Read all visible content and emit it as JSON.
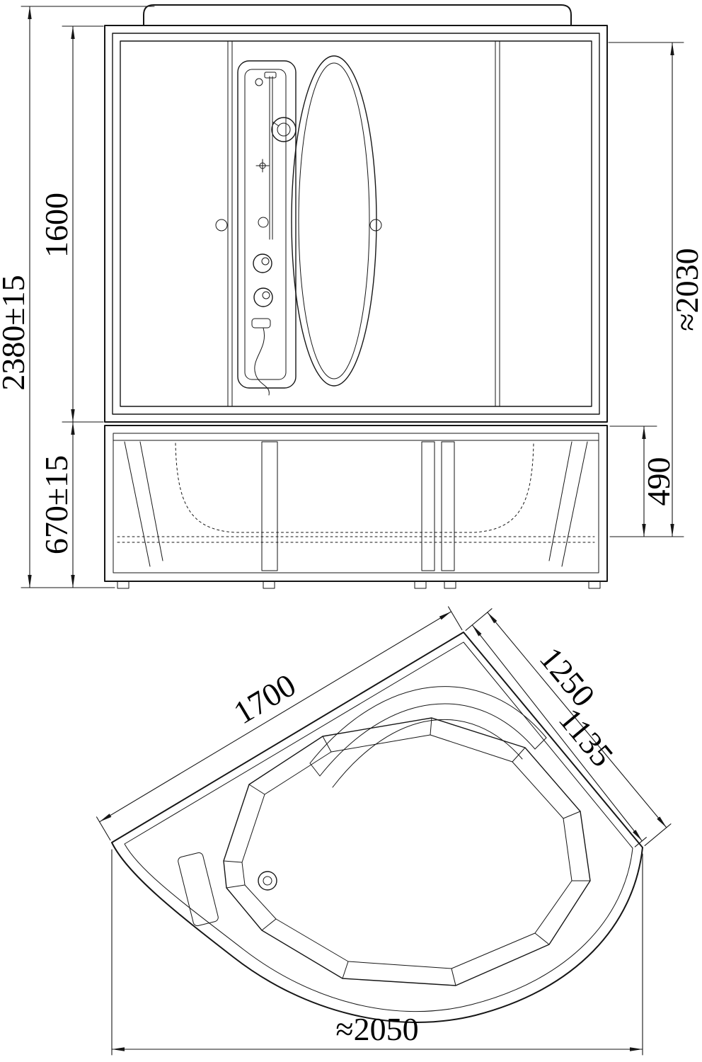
{
  "page": {
    "background": "#ffffff",
    "line_color": "#161616"
  },
  "front_view": {
    "dim_total_height": "2380±15",
    "dim_enclosure_height": "1600",
    "dim_base_height": "670±15",
    "dim_inner_height": "≈2030",
    "dim_rim_height": "490"
  },
  "plan_view": {
    "dim_left_edge": "1700",
    "dim_right_edge": "1250",
    "dim_right_inner": "1135",
    "dim_overall_width": "≈2050"
  }
}
